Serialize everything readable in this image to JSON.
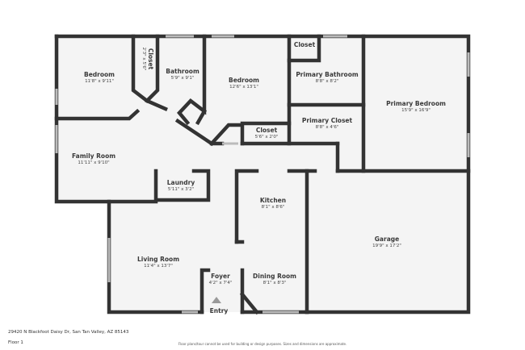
{
  "rooms": [
    {
      "name": "Bedroom",
      "dims": "11'8\" x 9'11\""
    },
    {
      "name": "Closet",
      "dims": "2'3\" x 5'6\""
    },
    {
      "name": "Bathroom",
      "dims": "5'9\" x 9'1\""
    },
    {
      "name": "Bedroom",
      "dims": "12'6\" x 13'1\""
    },
    {
      "name": "Closet",
      "dims": ""
    },
    {
      "name": "Primary Bathroom",
      "dims": "8'8\" x 8'2\""
    },
    {
      "name": "Primary Closet",
      "dims": "8'8\" x 4'6\""
    },
    {
      "name": "Primary Bedroom",
      "dims": "15'9\" x 16'9\""
    },
    {
      "name": "Closet",
      "dims": "5'6\" x 2'0\""
    },
    {
      "name": "Family Room",
      "dims": "11'11\" x 9'10\""
    },
    {
      "name": "Laundry",
      "dims": "5'11\" x 3'2\""
    },
    {
      "name": "Kitchen",
      "dims": "8'1\" x 8'6\""
    },
    {
      "name": "Garage",
      "dims": "19'9\" x 17'2\""
    },
    {
      "name": "Living Room",
      "dims": "11'4\" x 13'7\""
    },
    {
      "name": "Foyer",
      "dims": "4'2\" x 7'4\""
    },
    {
      "name": "Dining Room",
      "dims": "8'1\" x 8'3\""
    },
    {
      "name": "Entry",
      "dims": ""
    }
  ],
  "footer": {
    "address": "29420 N Blackfoot Daisy Dr, San Tan Valley, AZ 85143",
    "floor": "Floor 1",
    "disclaimer": "Floor plans/tour cannot be used for building or design purposes. Sizes and dimensions are approximate."
  },
  "colors": {
    "wall": "#333333",
    "floor": "#f4f4f4",
    "window": "#cccccc"
  }
}
